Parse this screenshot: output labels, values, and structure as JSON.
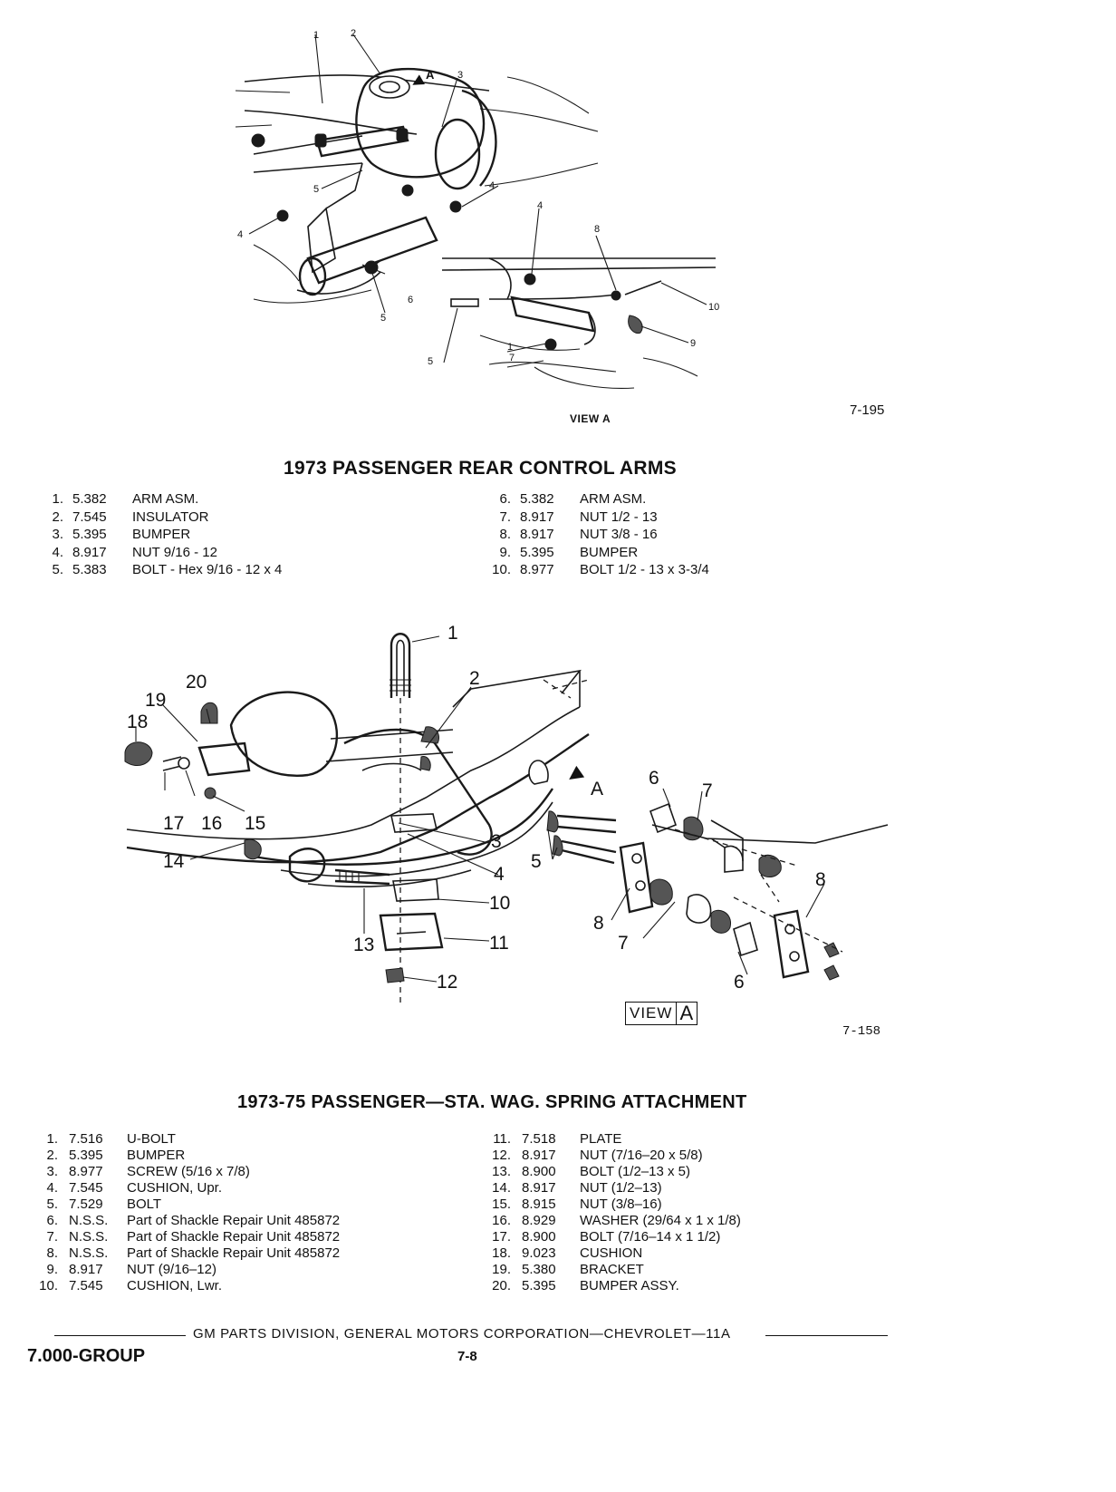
{
  "figure1": {
    "callouts": [
      "1",
      "2",
      "A",
      "3",
      "4",
      "5",
      "4",
      "6",
      "5",
      "4",
      "8",
      "10",
      "9",
      "1",
      "7",
      "5"
    ],
    "view_label": "VIEW A",
    "code": "7-195"
  },
  "section1": {
    "title": "1973 PASSENGER REAR CONTROL ARMS",
    "parts_left": [
      {
        "num": "1.",
        "code": "5.382",
        "desc": "ARM ASM."
      },
      {
        "num": "2.",
        "code": "7.545",
        "desc": "INSULATOR"
      },
      {
        "num": "3.",
        "code": "5.395",
        "desc": "BUMPER"
      },
      {
        "num": "4.",
        "code": "8.917",
        "desc": "NUT 9/16 - 12"
      },
      {
        "num": "5.",
        "code": "5.383",
        "desc": "BOLT - Hex 9/16 - 12 x 4"
      }
    ],
    "parts_right": [
      {
        "num": "6.",
        "code": "5.382",
        "desc": "ARM ASM."
      },
      {
        "num": "7.",
        "code": "8.917",
        "desc": "NUT 1/2 - 13"
      },
      {
        "num": "8.",
        "code": "8.917",
        "desc": "NUT 3/8 - 16"
      },
      {
        "num": "9.",
        "code": "5.395",
        "desc": "BUMPER"
      },
      {
        "num": "10.",
        "code": "8.977",
        "desc": "BOLT 1/2 - 13 x 3-3/4"
      }
    ]
  },
  "figure2": {
    "callouts": [
      "1",
      "2",
      "20",
      "19",
      "18",
      "17",
      "16",
      "15",
      "14",
      "3",
      "4",
      "5",
      "10",
      "13",
      "11",
      "12",
      "A",
      "6",
      "7",
      "8",
      "8",
      "7",
      "6"
    ],
    "view_label_text": "VIEW",
    "view_label_letter": "A",
    "code": "7-158"
  },
  "section2": {
    "title": "1973-75 PASSENGER—STA. WAG. SPRING ATTACHMENT",
    "parts_left": [
      {
        "num": "1.",
        "code": "7.516",
        "desc": "U-BOLT"
      },
      {
        "num": "2.",
        "code": "5.395",
        "desc": "BUMPER"
      },
      {
        "num": "3.",
        "code": "8.977",
        "desc": "SCREW (5/16 x 7/8)"
      },
      {
        "num": "4.",
        "code": "7.545",
        "desc": "CUSHION, Upr."
      },
      {
        "num": "5.",
        "code": "7.529",
        "desc": "BOLT"
      },
      {
        "num": "6.",
        "code": "N.S.S.",
        "desc": "Part of Shackle Repair Unit 485872"
      },
      {
        "num": "7.",
        "code": "N.S.S.",
        "desc": "Part of Shackle Repair Unit 485872"
      },
      {
        "num": "8.",
        "code": "N.S.S.",
        "desc": "Part of Shackle Repair Unit 485872"
      },
      {
        "num": "9.",
        "code": "8.917",
        "desc": "NUT (9/16–12)"
      },
      {
        "num": "10.",
        "code": "7.545",
        "desc": "CUSHION, Lwr."
      }
    ],
    "parts_right": [
      {
        "num": "11.",
        "code": "7.518",
        "desc": "PLATE"
      },
      {
        "num": "12.",
        "code": "8.917",
        "desc": "NUT (7/16–20 x 5/8)"
      },
      {
        "num": "13.",
        "code": "8.900",
        "desc": "BOLT (1/2–13 x 5)"
      },
      {
        "num": "14.",
        "code": "8.917",
        "desc": "NUT (1/2–13)"
      },
      {
        "num": "15.",
        "code": "8.915",
        "desc": "NUT (3/8–16)"
      },
      {
        "num": "16.",
        "code": "8.929",
        "desc": "WASHER (29/64 x 1 x 1/8)"
      },
      {
        "num": "17.",
        "code": "8.900",
        "desc": "BOLT (7/16–14 x 1 1/2)"
      },
      {
        "num": "18.",
        "code": "9.023",
        "desc": "CUSHION"
      },
      {
        "num": "19.",
        "code": "5.380",
        "desc": "BRACKET"
      },
      {
        "num": "20.",
        "code": "5.395",
        "desc": "BUMPER ASSY."
      }
    ]
  },
  "footer": {
    "text": "GM PARTS DIVISION, GENERAL MOTORS CORPORATION—CHEVROLET—11A",
    "group": "7.000-GROUP",
    "page": "7-8"
  }
}
